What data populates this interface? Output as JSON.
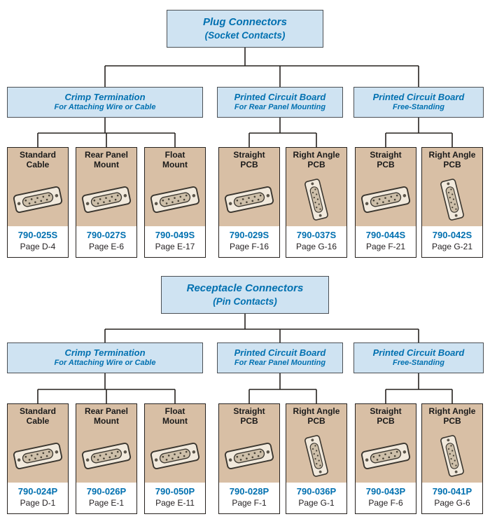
{
  "colors": {
    "accent_blue": "#0070b0",
    "box_fill_blue": "#cfe3f2",
    "card_tan": "#d8bfa5",
    "line_black": "#26221f"
  },
  "sections": [
    {
      "title": "Plug Connectors",
      "subtitle": "(Socket Contacts)",
      "categories": [
        {
          "title": "Crimp Termination",
          "subtitle": "For Attaching Wire or Cable",
          "cards": [
            {
              "t1": "Standard",
              "t2": "Cable",
              "part": "790-025S",
              "page": "Page D-4"
            },
            {
              "t1": "Rear Panel",
              "t2": "Mount",
              "part": "790-027S",
              "page": "Page E-6"
            },
            {
              "t1": "Float",
              "t2": "Mount",
              "part": "790-049S",
              "page": "Page E-17"
            }
          ]
        },
        {
          "title": "Printed Circuit Board",
          "subtitle": "For Rear Panel Mounting",
          "cards": [
            {
              "t1": "Straight",
              "t2": "PCB",
              "part": "790-029S",
              "page": "Page F-16"
            },
            {
              "t1": "Right Angle",
              "t2": "PCB",
              "part": "790-037S",
              "page": "Page G-16"
            }
          ]
        },
        {
          "title": "Printed Circuit Board",
          "subtitle": "Free-Standing",
          "cards": [
            {
              "t1": "Straight",
              "t2": "PCB",
              "part": "790-044S",
              "page": "Page F-21"
            },
            {
              "t1": "Right Angle",
              "t2": "PCB",
              "part": "790-042S",
              "page": "Page G-21"
            }
          ]
        }
      ]
    },
    {
      "title": "Receptacle Connectors",
      "subtitle": "(Pin Contacts)",
      "categories": [
        {
          "title": "Crimp Termination",
          "subtitle": "For Attaching Wire or Cable",
          "cards": [
            {
              "t1": "Standard",
              "t2": "Cable",
              "part": "790-024P",
              "page": "Page D-1"
            },
            {
              "t1": "Rear Panel",
              "t2": "Mount",
              "part": "790-026P",
              "page": "Page E-1"
            },
            {
              "t1": "Float",
              "t2": "Mount",
              "part": "790-050P",
              "page": "Page E-11"
            }
          ]
        },
        {
          "title": "Printed Circuit Board",
          "subtitle": "For Rear Panel Mounting",
          "cards": [
            {
              "t1": "Straight",
              "t2": "PCB",
              "part": "790-028P",
              "page": "Page F-1"
            },
            {
              "t1": "Right Angle",
              "t2": "PCB",
              "part": "790-036P",
              "page": "Page G-1"
            }
          ]
        },
        {
          "title": "Printed Circuit Board",
          "subtitle": "Free-Standing",
          "cards": [
            {
              "t1": "Straight",
              "t2": "PCB",
              "part": "790-043P",
              "page": "Page F-6"
            },
            {
              "t1": "Right Angle",
              "t2": "PCB",
              "part": "790-041P",
              "page": "Page G-6"
            }
          ]
        }
      ]
    }
  ]
}
